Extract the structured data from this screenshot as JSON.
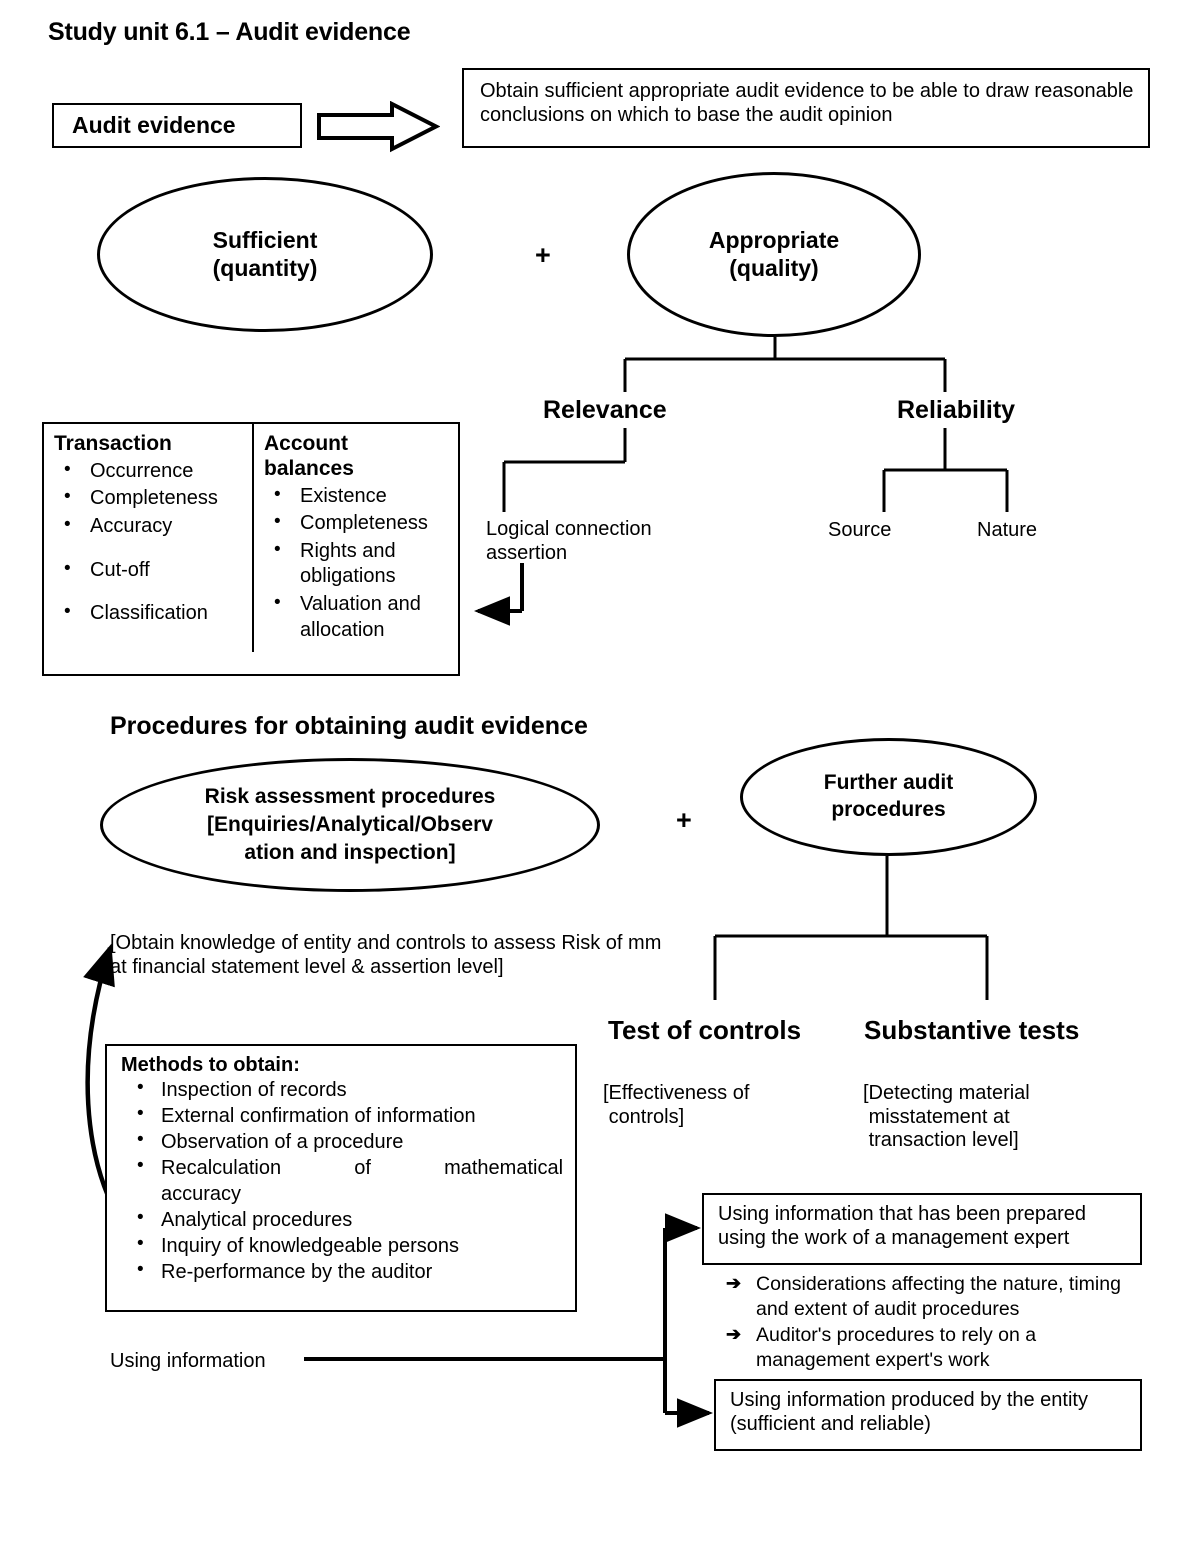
{
  "title": "Study unit 6.1 – Audit evidence",
  "top": {
    "source_box_label": "Audit evidence",
    "objective_text": "Obtain sufficient appropriate audit evidence to be able to draw reasonable conclusions on which to base the audit opinion",
    "arrow_icon": "block-arrow-right-icon"
  },
  "qualities": {
    "plus_symbol": "+",
    "sufficient_label": "Sufficient\n(quantity)",
    "appropriate_label": "Appropriate\n(quality)"
  },
  "appropriate_branches": {
    "relevance_label": "Relevance",
    "reliability_label": "Reliability",
    "logical_connection_label": "Logical connection\nassertion",
    "source_label": "Source",
    "nature_label": "Nature"
  },
  "assertions_table": {
    "columns": [
      {
        "header": "Transaction",
        "items": [
          {
            "text": "Occurrence",
            "gap_before": false
          },
          {
            "text": "Completeness",
            "gap_before": false
          },
          {
            "text": "Accuracy",
            "gap_before": false
          },
          {
            "text": "Cut-off",
            "gap_before": true
          },
          {
            "text": "Classification",
            "gap_before": true
          }
        ]
      },
      {
        "header": "Account\nbalances",
        "items": [
          {
            "text": "Existence",
            "gap_before": false
          },
          {
            "text": "Completeness",
            "gap_before": false
          },
          {
            "text": "Rights and\nobligations",
            "gap_before": false
          },
          {
            "text": "Valuation and\nallocation",
            "gap_before": false
          }
        ]
      }
    ]
  },
  "procedures": {
    "heading": "Procedures for obtaining audit evidence",
    "plus_symbol": "+",
    "risk_assessment_label": "Risk assessment procedures\n[Enquiries/Analytical/Observ\nation and inspection]",
    "further_audit_label": "Further audit\nprocedures",
    "obtain_knowledge_text": "[Obtain knowledge of entity and controls to assess Risk of mm at financial statement level & assertion level]",
    "curved_arrow_icon": "curved-arrow-up-icon"
  },
  "methods": {
    "heading": "Methods to obtain:",
    "items": [
      "Inspection of records",
      "External confirmation of information",
      "Observation of a procedure",
      "Recalculation of mathematical accuracy",
      "Analytical procedures",
      "Inquiry of knowledgeable persons",
      "Re-performance by the auditor"
    ],
    "justified_item": {
      "line1_words": [
        "Recalculation",
        "of",
        "mathematical"
      ],
      "line2": "accuracy"
    }
  },
  "further_audit_branches": {
    "test_of_controls_label": "Test of controls",
    "substantive_tests_label": "Substantive tests",
    "effectiveness_text": "[Effectiveness of\n controls]",
    "detecting_text": "[Detecting material\n misstatement at\n transaction level]"
  },
  "using_information": {
    "label": "Using information",
    "expert_box_text": "Using information that has been prepared using the work of a management expert",
    "expert_bullets": [
      "Considerations affecting the nature, timing and extent of audit procedures",
      "Auditor's procedures to rely on a management expert's work"
    ],
    "entity_box_text": "Using information produced by the entity (sufficient and reliable)"
  },
  "colors": {
    "stroke": "#000000",
    "background": "#ffffff"
  }
}
